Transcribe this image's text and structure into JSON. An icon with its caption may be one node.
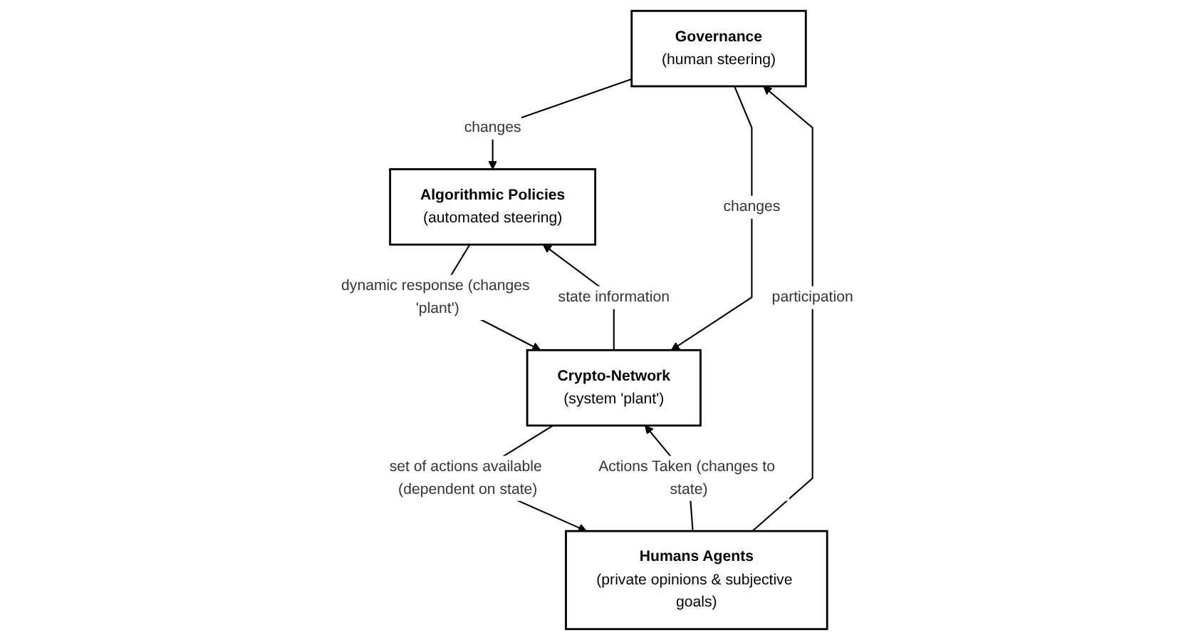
{
  "diagram": {
    "nodes": [
      {
        "text": [
          "Governance",
          "(human steering)"
        ]
      },
      {
        "text": [
          "Humans Agents",
          "(private opinions & subjective goals)"
        ]
      },
      {
        "text": [
          "Algorithmic Policies",
          "(automated steering)"
        ]
      },
      {
        "text": [
          "Crypto-Network",
          "(system 'plant')"
        ]
      }
    ],
    "edges": [
      {
        "from": 1,
        "to": 0,
        "label": "participation",
        "arrow": "to"
      },
      {
        "from": 0,
        "to": 2,
        "label": "changes",
        "arrow": "to"
      },
      {
        "from": 0,
        "to": 3,
        "label": "changes",
        "arrow": "to"
      },
      {
        "from": 1,
        "to": 3,
        "label": "Actions Taken (changes to state)",
        "arrow": "to"
      },
      {
        "from": 2,
        "to": 3,
        "label": "dynamic response (changes 'plant')",
        "arrow": "to"
      },
      {
        "from": 3,
        "to": 1,
        "label": "set of actions available (dependent on state)",
        "arrow": "to"
      },
      {
        "from": 3,
        "to": 2,
        "label": "state information",
        "arrow": "to"
      }
    ]
  }
}
